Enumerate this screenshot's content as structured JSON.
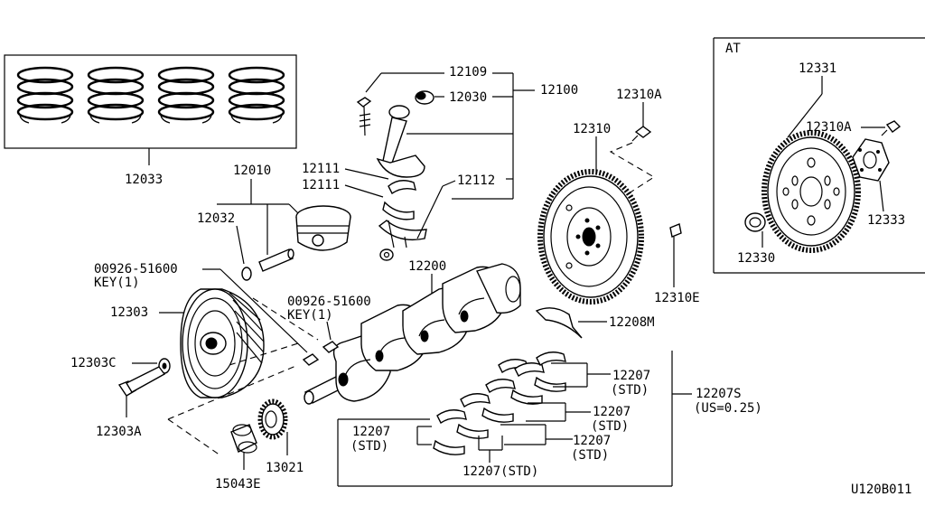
{
  "labels": {
    "piston_ring_set": "12033",
    "piston": "12010",
    "piston_pin_snap_ring": "12032",
    "con_rod_bolt": "12109",
    "con_rod_bushing": "12030",
    "con_rod_assembly": "12100",
    "con_rod_bearing_upper": "12111",
    "con_rod_bearing_lower": "12111",
    "con_rod_nut": "12112",
    "flywheel_bolt": "12310A",
    "flywheel": "12310",
    "flywheel_pilot": "12310E",
    "crankshaft": "12200",
    "key_upper_part": "00926-51600",
    "key_upper_qty": "KEY(1)",
    "key_lower_part": "00926-51600",
    "key_lower_qty": "KEY(1)",
    "pulley": "12303",
    "pulley_washer": "12303C",
    "pulley_bolt": "12303A",
    "thrust_bearing": "12208M",
    "main_bearing_a": "12207",
    "main_bearing_a_note": "(STD)",
    "main_bearing_b": "12207",
    "main_bearing_b_note": "(STD)",
    "main_bearing_c": "12207",
    "main_bearing_c_note": "(STD)",
    "main_bearing_d": "12207",
    "main_bearing_d_note": "(STD)",
    "main_bearing_e": "12207(STD)",
    "main_bearing_set": "12207S",
    "main_bearing_set_note": "(US=0.25)",
    "crank_sprocket": "13021",
    "oil_pump_drive_spacer": "15043E",
    "at_section_title": "AT",
    "drive_plate": "12331",
    "drive_plate_bolt": "12310A",
    "reinforcement_plate": "12333",
    "pilot_converter": "12330",
    "diagram_code": "U120B011"
  }
}
